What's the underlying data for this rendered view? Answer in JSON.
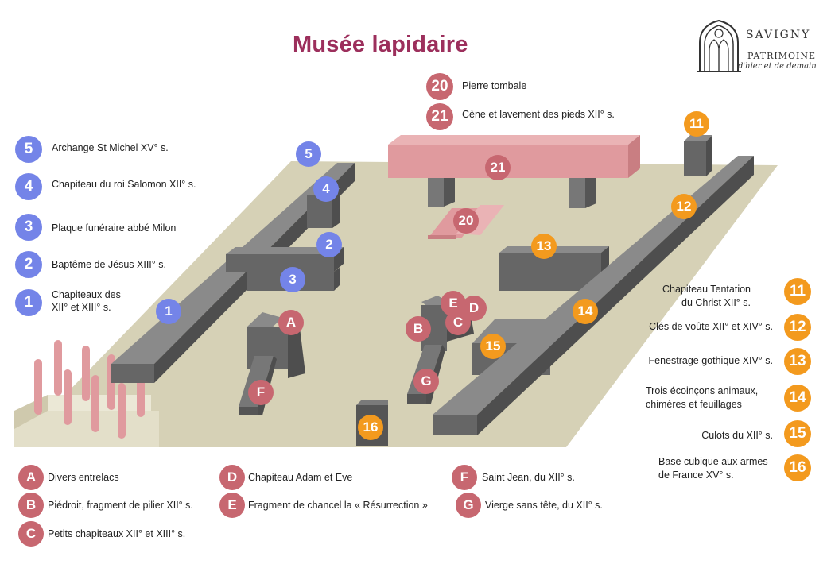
{
  "title": "Musée lapidaire",
  "brand": {
    "name": "SAVIGNY",
    "line1": "PATRIMOINE",
    "line2": "d'hier et de demain"
  },
  "colors": {
    "blue": "#7484e8",
    "orange": "#f39a1e",
    "red": "#c76770",
    "title": "#9c2f5c",
    "floor": "#d6d1b6",
    "stone": "#666666",
    "pink": "#e09a9e"
  },
  "legend": {
    "l5": {
      "num": "5",
      "text": "Archange St Michel XV° s."
    },
    "l4": {
      "num": "4",
      "text": "Chapiteau du roi Salomon XII° s."
    },
    "l3": {
      "num": "3",
      "text": "Plaque funéraire abbé Milon"
    },
    "l2": {
      "num": "2",
      "text": "Baptême de Jésus XIII° s."
    },
    "l1": {
      "num": "1",
      "text1": "Chapiteaux des",
      "text2": "XII° et XIII° s."
    },
    "l20": {
      "num": "20",
      "text": "Pierre tombale"
    },
    "l21": {
      "num": "21",
      "text": "Cène et lavement des pieds XII° s."
    },
    "l11": {
      "num": "11",
      "text1": "Chapiteau Tentation",
      "text2": "du Christ  XII° s."
    },
    "l12": {
      "num": "12",
      "text": "Clés de voûte XII° et XIV° s."
    },
    "l13": {
      "num": "13",
      "text": "Fenestrage gothique XIV° s."
    },
    "l14": {
      "num": "14",
      "text1": "Trois écoinçons animaux,",
      "text2": "chimères et feuillages"
    },
    "l15": {
      "num": "15",
      "text": "Culots du XII° s."
    },
    "l16": {
      "num": "16",
      "text1": "Base cubique aux armes",
      "text2": "de France XV° s."
    },
    "lA": {
      "num": "A",
      "text": "Divers entrelacs"
    },
    "lB": {
      "num": "B",
      "text": "Piédroit, fragment de pilier XII° s."
    },
    "lC": {
      "num": "C",
      "text": "Petits chapiteaux XII° et XIII° s."
    },
    "lD": {
      "num": "D",
      "text": "Chapiteau Adam et Eve"
    },
    "lE": {
      "num": "E",
      "text": "Fragment de chancel la « Résurrection »"
    },
    "lF": {
      "num": "F",
      "text": "Saint Jean, du XII° s."
    },
    "lG": {
      "num": "G",
      "text": "Vierge sans tête, du XII° s."
    }
  },
  "markers": {
    "m1": "1",
    "m2": "2",
    "m3": "3",
    "m4": "4",
    "m5": "5",
    "m11": "11",
    "m12": "12",
    "m13": "13",
    "m14": "14",
    "m15": "15",
    "m16": "16",
    "m20": "20",
    "m21": "21",
    "mA": "A",
    "mB": "B",
    "mC": "C",
    "mD": "D",
    "mE": "E",
    "mF": "F",
    "mG": "G"
  }
}
